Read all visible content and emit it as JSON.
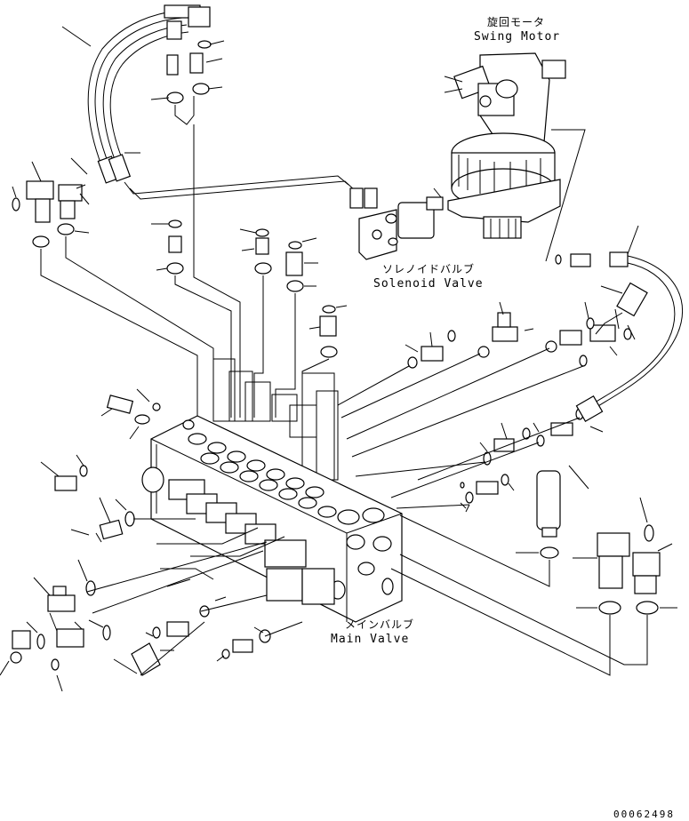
{
  "labels": {
    "swing_motor_jp": "旋回モータ",
    "swing_motor_en": "Swing Motor",
    "solenoid_valve_jp": "ソレノイドバルブ",
    "solenoid_valve_en": "Solenoid Valve",
    "main_valve_jp": "メインバルブ",
    "main_valve_en": "Main Valve"
  },
  "drawing_number": "00062498"
}
